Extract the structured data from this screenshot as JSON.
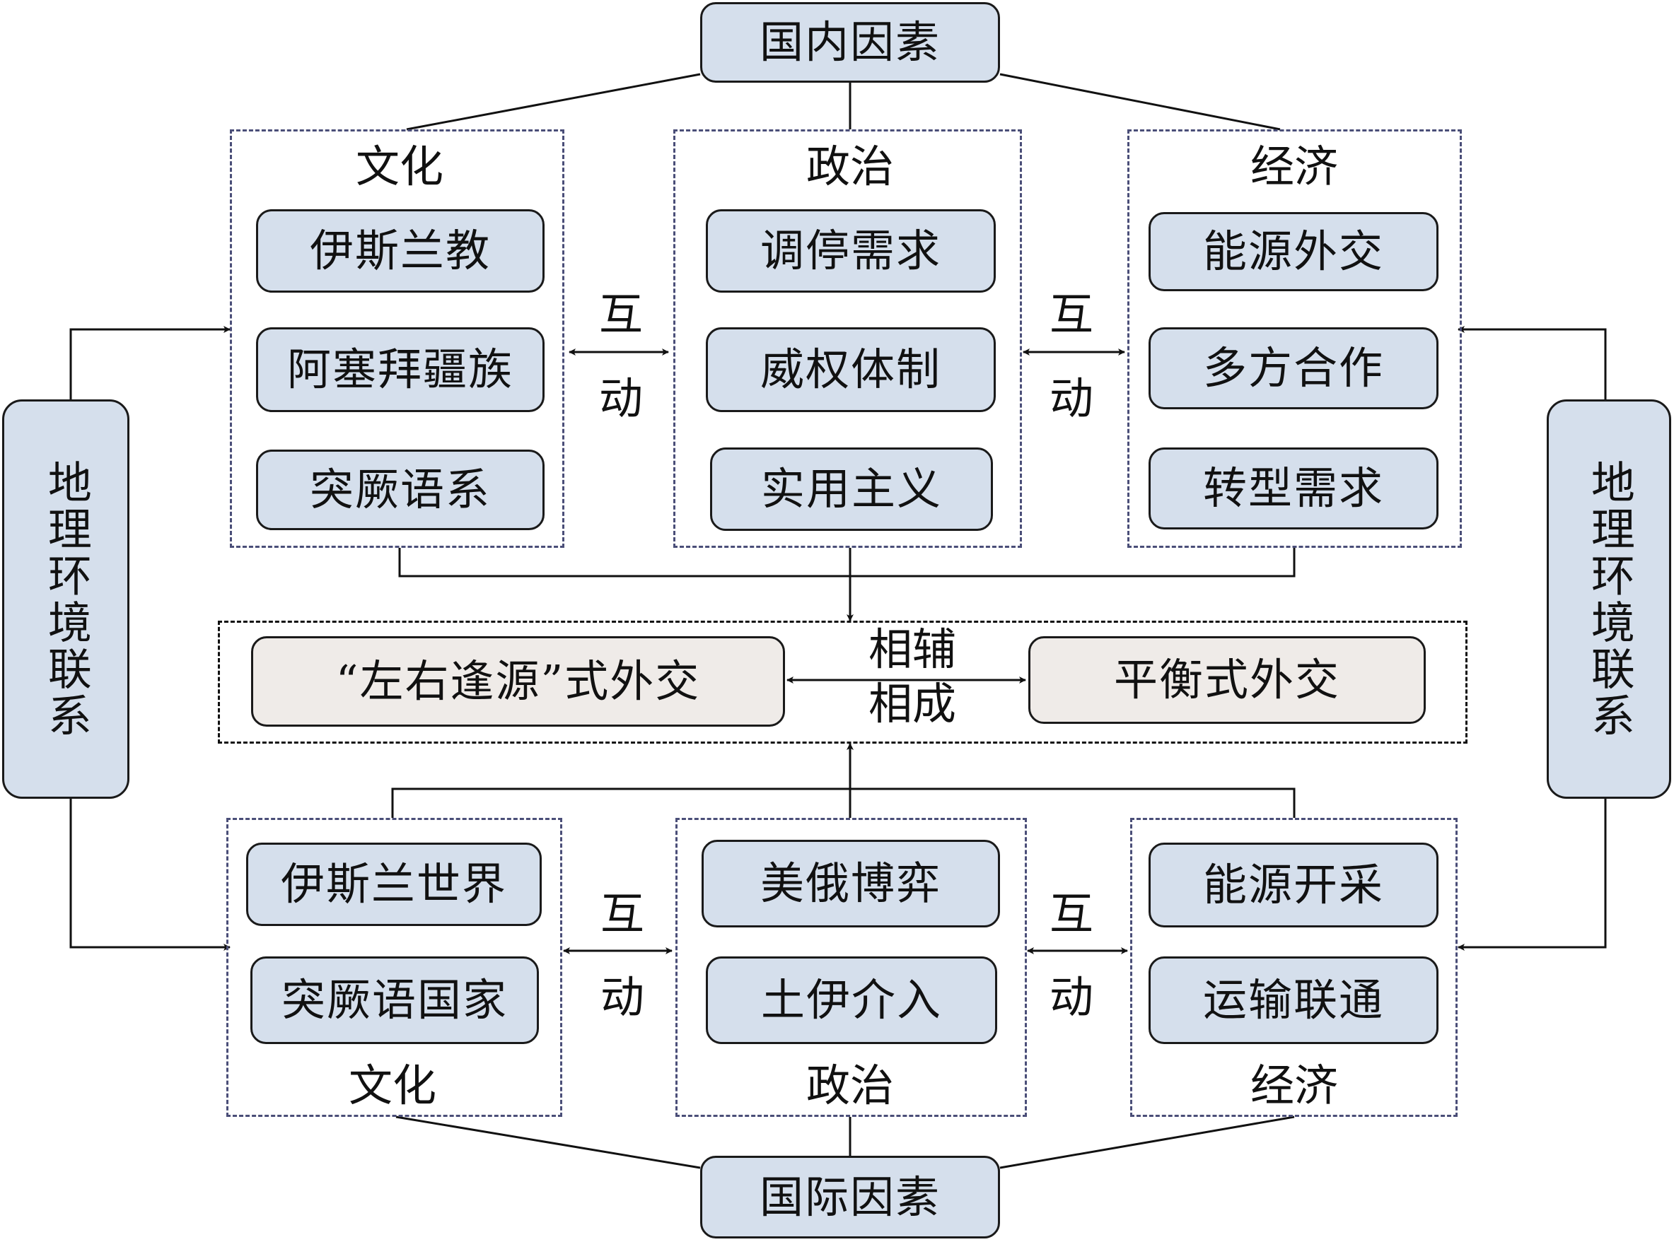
{
  "domestic": {
    "title": "国内因素",
    "culture": {
      "title": "文化",
      "items": [
        "伊斯兰教",
        "阿塞拜疆族",
        "突厥语系"
      ]
    },
    "politics": {
      "title": "政治",
      "items": [
        "调停需求",
        "威权体制",
        "实用主义"
      ]
    },
    "economy": {
      "title": "经济",
      "items": [
        "能源外交",
        "多方合作",
        "转型需求"
      ]
    }
  },
  "international": {
    "title": "国际因素",
    "culture": {
      "title": "文化",
      "items": [
        "伊斯兰世界",
        "突厥语国家"
      ]
    },
    "politics": {
      "title": "政治",
      "items": [
        "美俄博弈",
        "土伊介入"
      ]
    },
    "economy": {
      "title": "经济",
      "items": [
        "能源开采",
        "运输联通"
      ]
    }
  },
  "interaction": {
    "line1": "互",
    "line2": "动"
  },
  "center": {
    "left": "“左右逢源”式外交",
    "right": "平衡式外交",
    "relation_line1": "相辅",
    "relation_line2": "相成"
  },
  "geography": {
    "left": "地理环境联系",
    "right": "地理环境联系"
  }
}
